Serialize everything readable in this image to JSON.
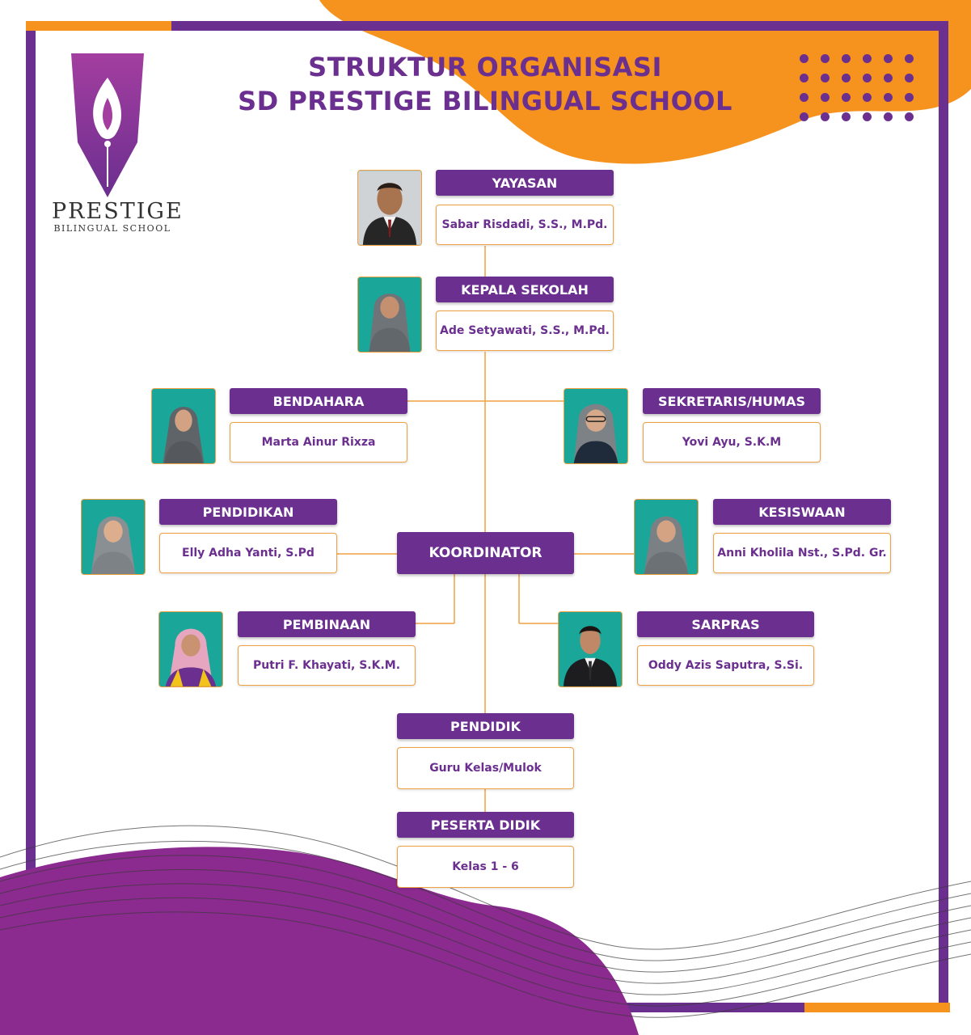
{
  "title": {
    "line1": "STRUKTUR ORGANISASI",
    "line2": "SD PRESTIGE BILINGUAL SCHOOL"
  },
  "logo": {
    "name": "PRESTIGE",
    "subtitle": "BILINGUAL SCHOOL"
  },
  "colors": {
    "purple": "#6b2f8f",
    "orange": "#f6921e",
    "magenta": "#8b2a8f",
    "teal": "#1aa79a"
  },
  "nodes": {
    "yayasan": {
      "role": "YAYASAN",
      "name": "Sabar Risdadi, S.S., M.Pd."
    },
    "kepala_sekolah": {
      "role": "KEPALA SEKOLAH",
      "name": "Ade Setyawati, S.S., M.Pd."
    },
    "bendahara": {
      "role": "BENDAHARA",
      "name": "Marta Ainur Rixza"
    },
    "sekretaris": {
      "role": "SEKRETARIS/HUMAS",
      "name": "Yovi Ayu, S.K.M"
    },
    "pendidikan": {
      "role": "PENDIDIKAN",
      "name": "Elly Adha Yanti, S.Pd"
    },
    "koordinator": {
      "role": "KOORDINATOR"
    },
    "kesiswaan": {
      "role": "KESISWAAN",
      "name": "Anni Kholila Nst., S.Pd. Gr."
    },
    "pembinaan": {
      "role": "PEMBINAAN",
      "name": "Putri F. Khayati, S.K.M."
    },
    "sarpras": {
      "role": "SARPRAS",
      "name": "Oddy Azis Saputra, S.Si."
    },
    "pendidik": {
      "role": "PENDIDIK",
      "name": "Guru Kelas/Mulok"
    },
    "peserta_didik": {
      "role": "PESERTA DIDIK",
      "name": "Kelas 1 - 6"
    }
  }
}
